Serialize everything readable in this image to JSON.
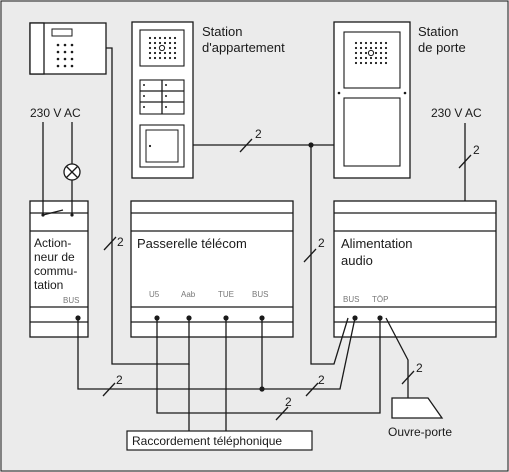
{
  "labels": {
    "station_appartement": [
      "Station",
      "d'appartement"
    ],
    "station_porte": [
      "Station",
      "de porte"
    ],
    "power_left": "230 V AC",
    "power_right": "230 V AC",
    "actionneur": [
      "Action-",
      "neur de",
      "commu-",
      "tation"
    ],
    "passerelle": "Passerelle télécom",
    "alimentation": [
      "Alimentation",
      "audio"
    ],
    "raccordement": "Raccordement téléphonique",
    "ouvre_porte": "Ouvre-porte"
  },
  "terminals": {
    "actionneur": "BUS",
    "passerelle": [
      "U5",
      "Aab",
      "TUE",
      "BUS"
    ],
    "alimentation": [
      "BUS",
      "TÖP"
    ]
  },
  "wire_count": "2"
}
